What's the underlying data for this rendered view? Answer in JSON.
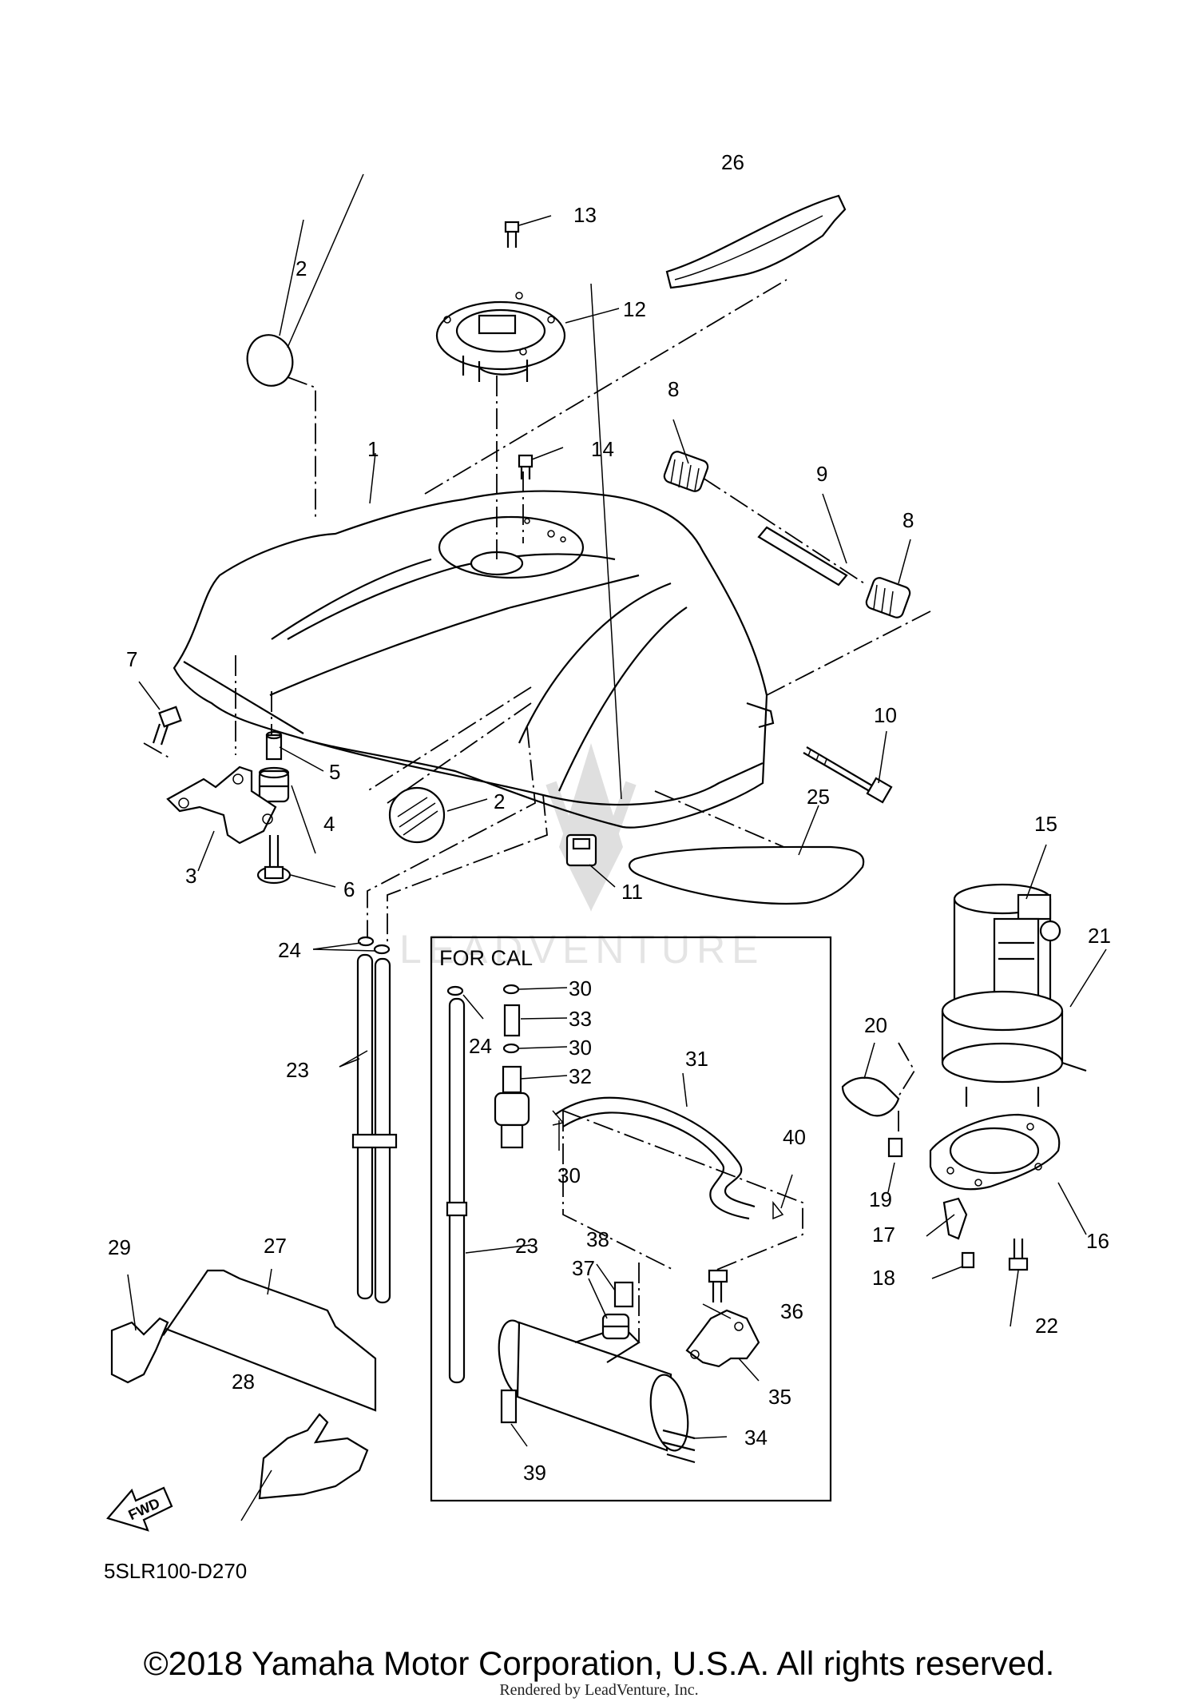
{
  "diagram": {
    "code": "5SLR100-D270",
    "inset_title": "FOR CAL",
    "fwd_label": "FWD",
    "watermark": "LEADVENTURE",
    "parts": [
      {
        "id": "p1",
        "label": "1"
      },
      {
        "id": "p2a",
        "label": "2"
      },
      {
        "id": "p2b",
        "label": "2"
      },
      {
        "id": "p3",
        "label": "3"
      },
      {
        "id": "p4",
        "label": "4"
      },
      {
        "id": "p5",
        "label": "5"
      },
      {
        "id": "p6",
        "label": "6"
      },
      {
        "id": "p7",
        "label": "7"
      },
      {
        "id": "p8a",
        "label": "8"
      },
      {
        "id": "p8b",
        "label": "8"
      },
      {
        "id": "p9",
        "label": "9"
      },
      {
        "id": "p10",
        "label": "10"
      },
      {
        "id": "p11",
        "label": "11"
      },
      {
        "id": "p12",
        "label": "12"
      },
      {
        "id": "p13",
        "label": "13"
      },
      {
        "id": "p14",
        "label": "14"
      },
      {
        "id": "p15",
        "label": "15"
      },
      {
        "id": "p16",
        "label": "16"
      },
      {
        "id": "p17",
        "label": "17"
      },
      {
        "id": "p18",
        "label": "18"
      },
      {
        "id": "p19",
        "label": "19"
      },
      {
        "id": "p20",
        "label": "20"
      },
      {
        "id": "p21",
        "label": "21"
      },
      {
        "id": "p22",
        "label": "22"
      },
      {
        "id": "p23a",
        "label": "23"
      },
      {
        "id": "p23b",
        "label": "23"
      },
      {
        "id": "p24a",
        "label": "24"
      },
      {
        "id": "p24b",
        "label": "24"
      },
      {
        "id": "p25",
        "label": "25"
      },
      {
        "id": "p26",
        "label": "26"
      },
      {
        "id": "p27",
        "label": "27"
      },
      {
        "id": "p28",
        "label": "28"
      },
      {
        "id": "p29",
        "label": "29"
      },
      {
        "id": "p30a",
        "label": "30"
      },
      {
        "id": "p30b",
        "label": "30"
      },
      {
        "id": "p30c",
        "label": "30"
      },
      {
        "id": "p31",
        "label": "31"
      },
      {
        "id": "p32",
        "label": "32"
      },
      {
        "id": "p33",
        "label": "33"
      },
      {
        "id": "p34",
        "label": "34"
      },
      {
        "id": "p35",
        "label": "35"
      },
      {
        "id": "p36",
        "label": "36"
      },
      {
        "id": "p37",
        "label": "37"
      },
      {
        "id": "p38",
        "label": "38"
      },
      {
        "id": "p39",
        "label": "39"
      },
      {
        "id": "p40",
        "label": "40"
      }
    ]
  },
  "footer": {
    "copyright": "©2018 Yamaha Motor Corporation, U.S.A. All rights reserved.",
    "rendered_by": "Rendered by LeadVenture, Inc."
  }
}
